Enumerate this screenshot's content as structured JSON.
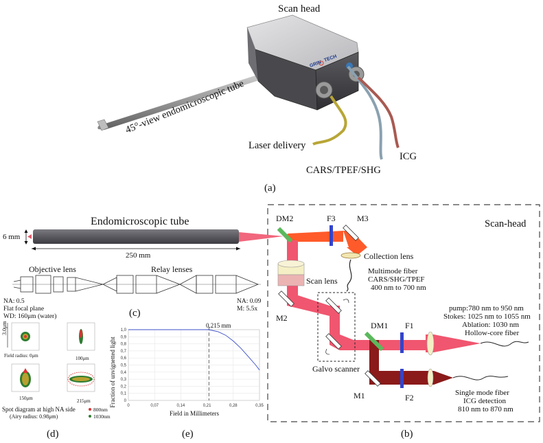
{
  "panel_a": {
    "scan_head": "Scan head",
    "tube_label": "45°-view endomicroscopic tube",
    "laser_delivery": "Laser delivery",
    "cars": "CARS/TPEF/SHG",
    "icg": "ICG",
    "logo_left": "GRIN",
    "logo_right": "TECH",
    "caption": "(a)"
  },
  "panel_b": {
    "scan_head": "Scan-head",
    "dm2": "DM2",
    "f3": "F3",
    "m3": "M3",
    "collection_lens": "Collection lens",
    "mmf_1": "Multimode fiber",
    "mmf_2": "CARS/SHG/TPEF",
    "mmf_3": "400 nm to 700 nm",
    "scan_lens": "Scan lens",
    "m2": "M2",
    "pump": "pump:780 nm to 950 nm",
    "stokes": "Stokes: 1025 nm to 1055 nm",
    "ablation": "Ablation: 1030 nm",
    "hollow": "Hollow-core fiber",
    "dm1": "DM1",
    "f1": "F1",
    "galvo": "Galvo scanner",
    "m1": "M1",
    "f2": "F2",
    "smf_1": "Single mode fiber",
    "smf_2": "ICG detection",
    "smf_3": "810 nm to 870 nm",
    "caption": "(b)",
    "colors": {
      "pump": "#f0566f",
      "collection": "#ff5a2a",
      "icg": "#8b1a1a",
      "dichroic": "#5cb85c",
      "filter": "#3344cc"
    }
  },
  "panel_c": {
    "title": "Endomicroscopic tube",
    "diameter": "6 mm",
    "length": "250 mm",
    "objective": "Objective lens",
    "relay": "Relay lenses",
    "na_left": "NA: 0.5",
    "flat": "Flat focal plane",
    "wd": "WD: 160μm (water)",
    "na_right": "NA: 0.09",
    "mag": "M: 5.5x",
    "caption": "(c)"
  },
  "panel_d": {
    "scale": "3.0μm",
    "spot1": "Field radius: 0μm",
    "spot2": "100μm",
    "spot3": "150μm",
    "spot4": "215μm",
    "title_1": "Spot diagram at high NA side",
    "title_2": "(Airy radius: 0.98μm)",
    "legend_800": "800nm",
    "legend_1030": "1030nm",
    "caption": "(d)"
  },
  "panel_e": {
    "caption": "(e)",
    "annotation": "0.215 mm"
  },
  "chart_data": {
    "type": "line",
    "xlabel": "Field in Millimeters",
    "ylabel": "Fraction of unvignetted light",
    "x_ticks": [
      "0",
      "0,07",
      "0,14",
      "0,21",
      "0,28",
      "0,35"
    ],
    "y_ticks": [
      "0",
      "0,1",
      "0,2",
      "0,3",
      "0,4",
      "0,5",
      "0,6",
      "0,7",
      "0,8",
      "0,9",
      "1,0"
    ],
    "xlim": [
      0,
      0.35
    ],
    "ylim": [
      0,
      1.0
    ],
    "grid": true,
    "marker_x": 0.215,
    "series": [
      {
        "x": [
          0,
          0.05,
          0.1,
          0.15,
          0.2,
          0.215,
          0.24,
          0.26,
          0.28,
          0.3,
          0.32,
          0.34,
          0.35
        ],
        "y": [
          1.0,
          1.0,
          1.0,
          1.0,
          1.0,
          1.0,
          0.97,
          0.92,
          0.84,
          0.74,
          0.62,
          0.5,
          0.43
        ]
      }
    ]
  }
}
